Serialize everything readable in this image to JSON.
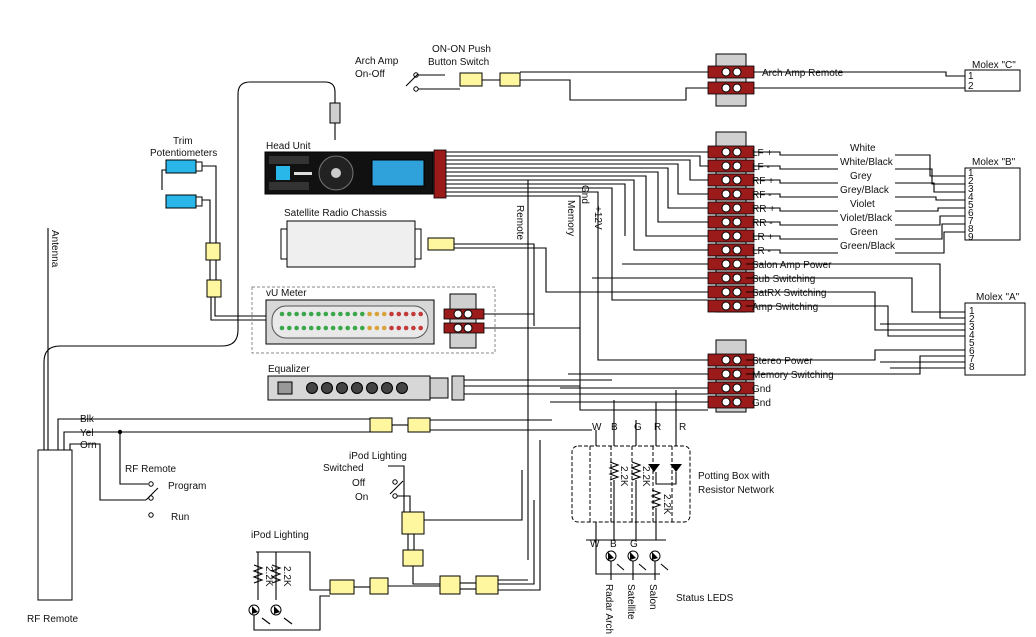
{
  "labels": {
    "arch_amp": "Arch Amp",
    "on_off": "On-Off",
    "push_switch_1": "ON-ON Push",
    "push_switch_2": "Button Switch",
    "arch_amp_remote": "Arch Amp Remote",
    "molex_c": "Molex \"C\"",
    "molex_b": "Molex \"B\"",
    "molex_a": "Molex \"A\"",
    "trim_1": "Trim",
    "trim_2": "Potentiometers",
    "head_unit": "Head Unit",
    "satellite_chassis": "Satellite Radio Chassis",
    "vu_meter": "vU Meter",
    "equalizer": "Equalizer",
    "antenna": "Antenna",
    "remote": "Remote",
    "memory": "Memory",
    "gnd": "Gnd",
    "plus12v": "+12V",
    "blk": "Blk",
    "yel": "Yel",
    "orn": "Orn",
    "rf_remote_title": "RF Remote",
    "program": "Program",
    "run": "Run",
    "rf_remote_box": "RF Remote",
    "ipod_sw_1": "iPod Lighting",
    "ipod_sw_2": "Switched",
    "off": "Off",
    "on": "On",
    "ipod_lighting": "iPod Lighting",
    "potting_1": "Potting Box with",
    "potting_2": "Resistor Network",
    "status_leds": "Status LEDS",
    "radar_arch": "Radar Arch",
    "satellite": "Satellite",
    "salon": "Salon",
    "res_22k": "2.2K"
  },
  "speaker_terminals": [
    {
      "label": "LF +",
      "color": "White"
    },
    {
      "label": "LF -",
      "color": "White/Black"
    },
    {
      "label": "RF +",
      "color": "Grey"
    },
    {
      "label": "RF -",
      "color": "Grey/Black"
    },
    {
      "label": "RR +",
      "color": "Violet"
    },
    {
      "label": "RR -",
      "color": "Violet/Black"
    },
    {
      "label": "LR +",
      "color": "Green"
    },
    {
      "label": "LR -",
      "color": "Green/Black"
    }
  ],
  "power_terminals": [
    "Salon Amp Power",
    "Sub Switching",
    "SatRX Switching",
    "Amp Switching"
  ],
  "bottom_terminals": [
    "Stereo Power",
    "Memory Switching",
    "Gnd",
    "Gnd"
  ],
  "molex_b_pins": [
    "1",
    "2",
    "3",
    "4",
    "5",
    "6",
    "7",
    "8",
    "9"
  ],
  "molex_a_pins": [
    "1",
    "2",
    "3",
    "4",
    "5",
    "6",
    "7",
    "8"
  ],
  "molex_c_pins": [
    "1",
    "2"
  ],
  "potting_top": [
    "W",
    "B",
    "G",
    "R",
    "R"
  ],
  "potting_bottom": [
    "W",
    "B",
    "G"
  ]
}
